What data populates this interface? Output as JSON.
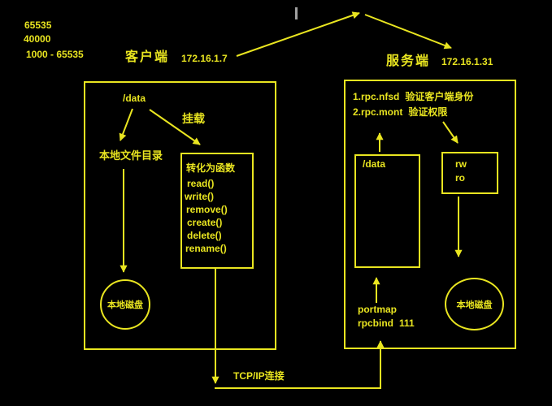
{
  "colors": {
    "background": "#000000",
    "accent": "#e9e520",
    "cursor": "#a0a0a0"
  },
  "port_values": {
    "line1": "65535",
    "line2": "40000",
    "line3": "1000 - 65535"
  },
  "client": {
    "title": "客户端",
    "ip": "172.16.1.7",
    "data_dir": "/data",
    "mount": "挂载",
    "local_dir": "本地文件目录",
    "disk": "本地磁盘",
    "func_box": {
      "title": "转化为函数",
      "fn1": "read()",
      "fn2": "write()",
      "fn3": "remove()",
      "fn4": "create()",
      "fn5": "delete()",
      "fn6": "rename()"
    }
  },
  "server": {
    "title": "服务端",
    "ip": "172.16.1.31",
    "step1": {
      "prefix": "1.rpc.nfsd",
      "text": "验证客户端身份"
    },
    "step2": {
      "prefix": "2.rpc.mont",
      "text": "验证权限"
    },
    "data_dir": "/data",
    "perm1": "rw",
    "perm2": "ro",
    "portmap": "portmap",
    "rpcbind": "rpcbind",
    "port": "111",
    "disk": "本地磁盘"
  },
  "connection": {
    "protocol": "TCP/IP",
    "suffix": "连接"
  }
}
